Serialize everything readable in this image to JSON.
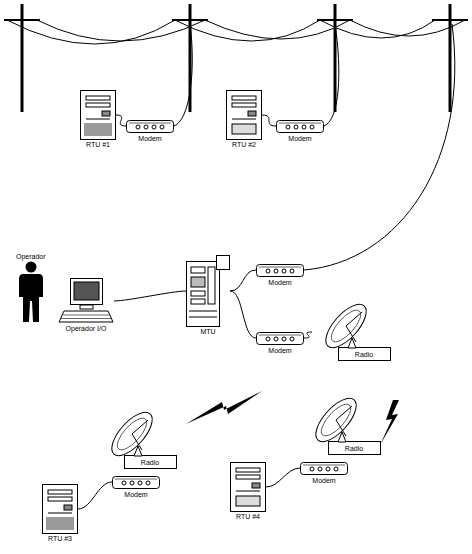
{
  "diagram": {
    "nodes": [
      {
        "text": [
          "RTU #1"
        ]
      },
      {
        "text": [
          "Modem"
        ]
      },
      {
        "text": [
          "RTU #2"
        ]
      },
      {
        "text": [
          "Modem"
        ]
      },
      {
        "text": [
          "Operador"
        ]
      },
      {
        "text": [
          "Operador I/O"
        ]
      },
      {
        "text": [
          "MTU"
        ]
      },
      {
        "text": [
          "Modem"
        ]
      },
      {
        "text": [
          "Modem"
        ]
      },
      {
        "text": [
          "Radio"
        ]
      },
      {
        "text": [
          "Radio"
        ]
      },
      {
        "text": [
          "Modem"
        ]
      },
      {
        "text": [
          "RTU #3"
        ]
      },
      {
        "text": [
          "Radio"
        ]
      },
      {
        "text": [
          "Modem"
        ]
      },
      {
        "text": [
          "RTU #4"
        ]
      }
    ],
    "edges": [
      {
        "from": 0,
        "to": 1,
        "arrow": "none"
      },
      {
        "from": 2,
        "to": 3,
        "arrow": "none"
      },
      {
        "from": 5,
        "to": 6,
        "arrow": "none"
      },
      {
        "from": 6,
        "to": 7,
        "arrow": "none"
      },
      {
        "from": 6,
        "to": 8,
        "arrow": "none"
      },
      {
        "from": 8,
        "to": 9,
        "arrow": "none"
      },
      {
        "from": 11,
        "to": 12,
        "arrow": "none"
      },
      {
        "from": 14,
        "to": 15,
        "arrow": "none"
      }
    ]
  }
}
